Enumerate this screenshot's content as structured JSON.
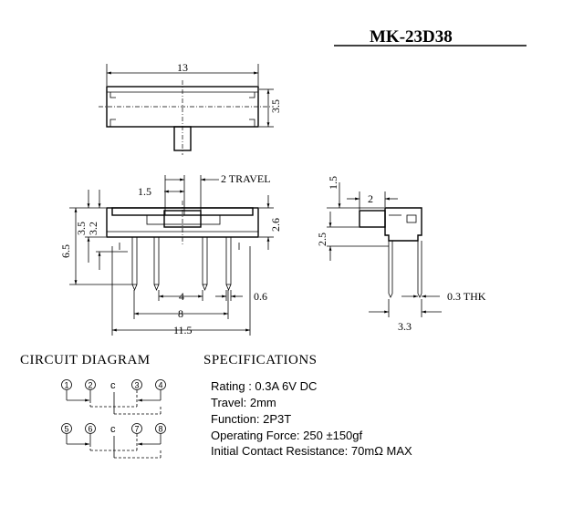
{
  "part_number": "MK-23D38",
  "top_view": {
    "width_label": "13",
    "height_label": "3.5"
  },
  "front_view": {
    "travel_label": "2 TRAVEL",
    "knob_offset_label": "1.5",
    "dim_3_5": "3.5",
    "dim_3_2": "3.2",
    "dim_6_5": "6.5",
    "dim_2_6": "2.6",
    "pin_pitch_label": "4",
    "pin_width_label": "0.6",
    "outer_pitch_label": "8",
    "total_span_label": "11.5"
  },
  "side_view": {
    "dim_1_5": "1.5",
    "dim_2": "2",
    "dim_2_5": "2.5",
    "thickness_label": "0.3 THK",
    "dim_3_3": "3.3"
  },
  "circuit": {
    "heading": "CIRCUIT DIAGRAM",
    "row1": [
      "1",
      "2",
      "c",
      "3",
      "4"
    ],
    "row2": [
      "5",
      "6",
      "c",
      "7",
      "8"
    ]
  },
  "specifications": {
    "heading": "SPECIFICATIONS",
    "lines": [
      "Rating : 0.3A 6V DC",
      "Travel: 2mm",
      "Function: 2P3T",
      "Operating Force: 250 ±150gf",
      "Initial Contact Resistance: 70mΩ  MAX"
    ]
  }
}
